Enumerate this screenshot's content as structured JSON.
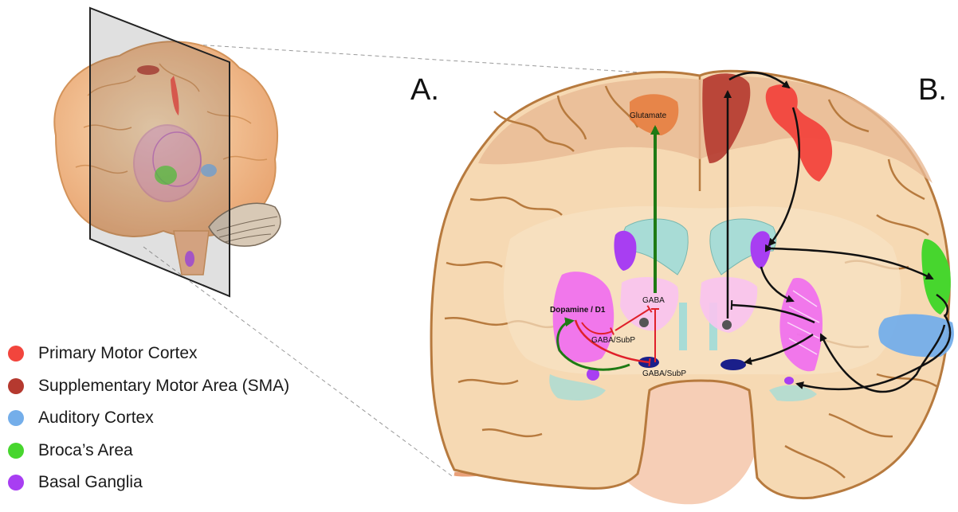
{
  "panels": {
    "left_letter": "A.",
    "right_letter": "B."
  },
  "labels": {
    "glutamate": "Glutamate",
    "gaba": "GABA",
    "dopamine": "Dopamine / D1",
    "gaba_subp_1": "GABA/SubP",
    "gaba_subp_2": "GABA/SubP"
  },
  "legend": [
    {
      "label": "Primary Motor Cortex",
      "color": "#f2453d"
    },
    {
      "label": "Supplementary Motor Area (SMA)",
      "color": "#b5392f"
    },
    {
      "label": "Auditory Cortex",
      "color": "#74aeea"
    },
    {
      "label": "Broca’s Area",
      "color": "#47d62e"
    },
    {
      "label": "Basal Ganglia",
      "color": "#a83ef2"
    }
  ],
  "colors": {
    "cortex": "#f6d9b3",
    "gyri_outline": "#b77a3e",
    "ventricle": "#a8dcd6",
    "putamen": "#f06cf0",
    "thalamus": "#f8c3f0",
    "pathway_green": "#1e7a14",
    "pathway_red": "#e0202a",
    "arrow_black": "#111111"
  }
}
